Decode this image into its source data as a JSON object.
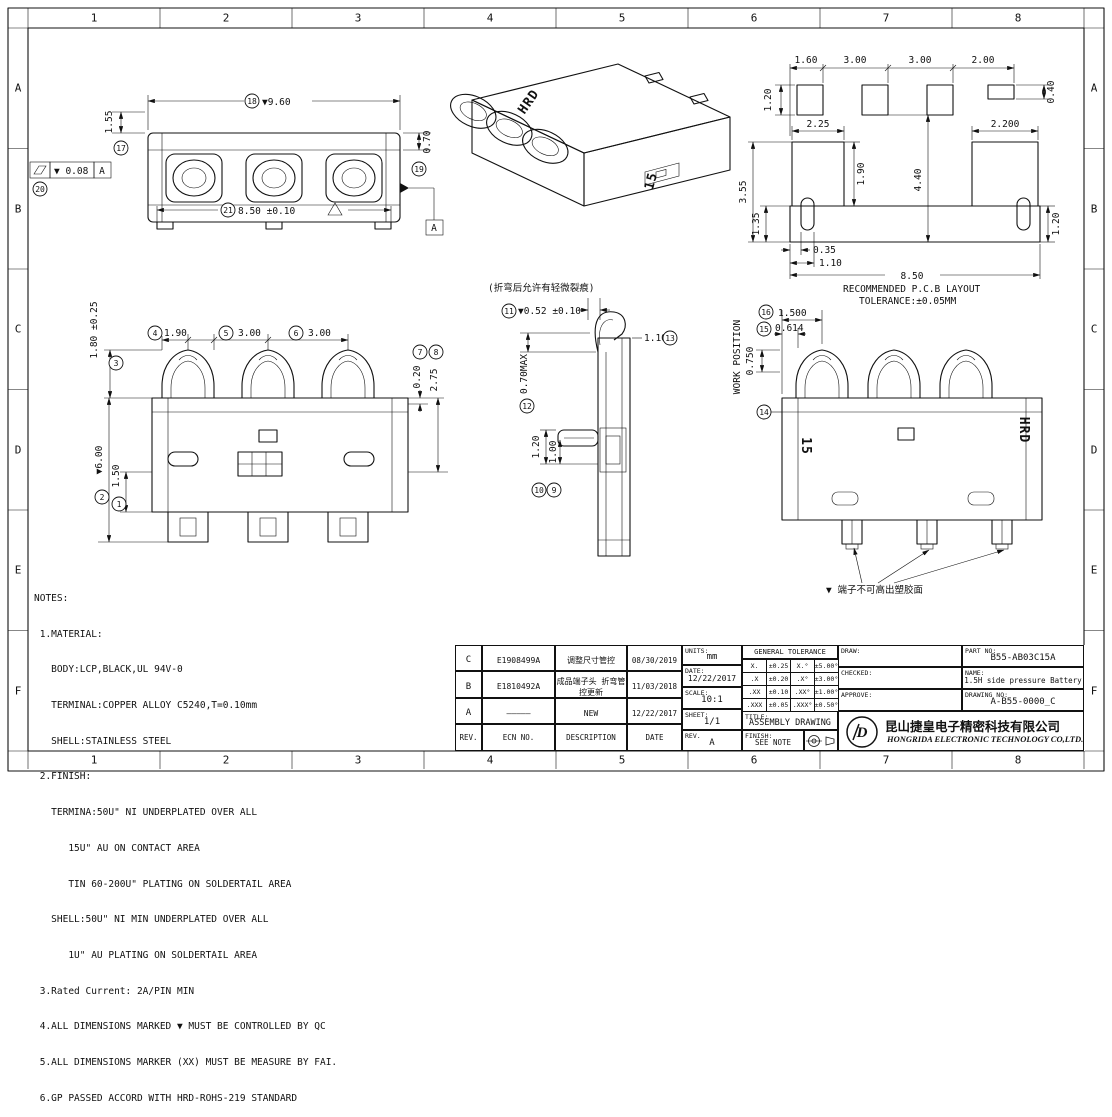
{
  "frame": {
    "cols": [
      "1",
      "2",
      "3",
      "4",
      "5",
      "6",
      "7",
      "8"
    ],
    "rows": [
      "A",
      "B",
      "C",
      "D",
      "E",
      "F"
    ]
  },
  "balloons": [
    "1",
    "2",
    "3",
    "4",
    "5",
    "6",
    "7",
    "8",
    "9",
    "10",
    "11",
    "12",
    "13",
    "14",
    "15",
    "16",
    "17",
    "18",
    "19",
    "20",
    "21"
  ],
  "views": {
    "front_top": {
      "d960": "▼9.60",
      "d155": "1.55",
      "d070": "0.70",
      "d850": "8.50 ±0.10",
      "fcf": "▼ 0.08",
      "fcf_datum": "A",
      "datum": "A"
    },
    "iso": {
      "brand": "HRD",
      "model": "15"
    },
    "pcb": {
      "p160": "1.60",
      "p300a": "3.00",
      "p300b": "3.00",
      "p200": "2.00",
      "p040": "0.40",
      "p120": "1.20",
      "p225": "2.25",
      "p2200": "2.200",
      "p190": "1.90",
      "p440": "4.40",
      "p355": "3.55",
      "p135": "1.35",
      "p035": "0.35",
      "p110": "1.10",
      "p850": "8.50",
      "p120r": "1.20",
      "note1": "RECOMMENDED P.C.B LAYOUT",
      "note2": "TOLERANCE:±0.05MM"
    },
    "front": {
      "f190": "1.90",
      "f300a": "3.00",
      "f300b": "3.00",
      "f180": "1.80 ±0.25",
      "f600": "▼6.00",
      "f150": "1.50",
      "f020": "0.20",
      "f275": "2.75"
    },
    "side": {
      "crack_note": "(折弯后允许有轻微裂痕)",
      "s052": "▼0.52 ±0.10",
      "s110": "1.10",
      "s070": "0.70MAX",
      "s120": "1.20",
      "s100": "1.00"
    },
    "work": {
      "w1500": "1.500",
      "w0614": "0.614",
      "w0750": "0.750",
      "label": "WORK POSITION",
      "brand": "HRD",
      "model": "15",
      "terminal_note": "▼ 端子不可高出塑胶面"
    }
  },
  "notes": {
    "title": "NOTES:",
    "lines": [
      " 1.MATERIAL:",
      "   BODY:LCP,BLACK,UL 94V-0",
      "   TERMINAL:COPPER ALLOY C5240,T=0.10mm",
      "   SHELL:STAINLESS STEEL",
      " 2.FINISH:",
      "   TERMINA:50U\" NI UNDERPLATED OVER ALL",
      "      15U\" AU ON CONTACT AREA",
      "      TIN 60-200U\" PLATING ON SOLDERTAIL AREA",
      "   SHELL:50U\" NI MIN UNDERPLATED OVER ALL",
      "      1U\" AU PLATING ON SOLDERTAIL AREA",
      " 3.Rated Current: 2A/PIN MIN",
      " 4.ALL DIMENSIONS MARKED ▼ MUST BE CONTROLLED BY QC",
      " 5.ALL DIMENSIONS MARKER (XX) MUST BE MEASURE BY FAI.",
      " 6.GP PASSED ACCORD WITH HRD-ROHS-219 STANDARD"
    ]
  },
  "titleblock": {
    "rev_table": {
      "headers": [
        "REV.",
        "ECN NO.",
        "DESCRIPTION",
        "DATE"
      ],
      "rows": [
        {
          "rev": "C",
          "ecn": "E1908499A",
          "desc": "调整尺寸管控",
          "date": "08/30/2019"
        },
        {
          "rev": "B",
          "ecn": "E1810492A",
          "desc": "成品端子头 折弯管控更新",
          "date": "11/03/2018"
        },
        {
          "rev": "A",
          "ecn": "—————",
          "desc": "NEW",
          "date": "12/22/2017"
        }
      ]
    },
    "units_label": "UNITS:",
    "units": "mm",
    "date_label": "DATE:",
    "date": "12/22/2017",
    "scale_label": "SCALE:",
    "scale": "10:1",
    "sheet_label": "SHEET:",
    "sheet": "1/1",
    "rev_label": "REV.",
    "rev": "A",
    "tol_title": "GENERAL TOLERANCE",
    "tol_rows": [
      [
        "X.",
        "±0.25",
        "X.°",
        "±5.00°"
      ],
      [
        ".X",
        "±0.20",
        ".X°",
        "±3.00°"
      ],
      [
        ".XX",
        "±0.10",
        ".XX°",
        "±1.00°"
      ],
      [
        ".XXX",
        "±0.05",
        ".XXX°",
        "±0.50°"
      ]
    ],
    "title_label": "TITLE:",
    "title": "ASSEMBLY DRAWING",
    "finish_label": "FINISH:",
    "finish": "SEE NOTE",
    "draw_label": "DRAW:",
    "checked_label": "CHECKED:",
    "approve_label": "APPROVE:",
    "part_label": "PART NO:",
    "part": "B55-AB03C15A",
    "name_label": "NAME:",
    "name": "1.5H side pressure Battery",
    "drawing_label": "DRAWING NO:",
    "drawing": "A-B55-0000_C",
    "company_cn": "昆山捷皇电子精密科技有限公司",
    "company_en": "HONGRIDA ELECTRONIC TECHNOLOGY CO,LTD.",
    "logo_letter": "D"
  }
}
